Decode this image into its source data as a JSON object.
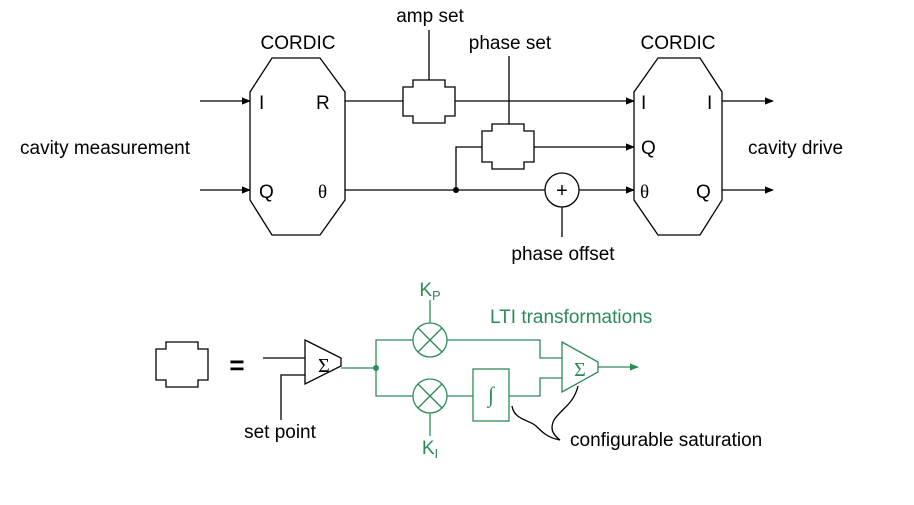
{
  "top": {
    "cordic_left_title": "CORDIC",
    "cordic_right_title": "CORDIC",
    "left_ports": {
      "i": "I",
      "q": "Q",
      "r": "R",
      "theta": "θ"
    },
    "right_ports": {
      "i_in": "I",
      "q_in": "Q",
      "theta_in": "θ",
      "i_out": "I",
      "q_out": "Q"
    },
    "amp_set": "amp set",
    "phase_set": "phase set",
    "phase_offset": "phase offset",
    "cavity_measurement": "cavity measurement",
    "cavity_drive": "cavity drive",
    "adder_symbol": "+"
  },
  "bottom": {
    "equals": "=",
    "sigma": "Σ",
    "set_point": "set point",
    "kp_base": "K",
    "kp_sub": "P",
    "ki_base": "K",
    "ki_sub": "I",
    "lti": "LTI transformations",
    "integral": "∫",
    "saturation": "configurable saturation"
  },
  "colors": {
    "line": "#000000",
    "lti": "#2e8b57"
  }
}
